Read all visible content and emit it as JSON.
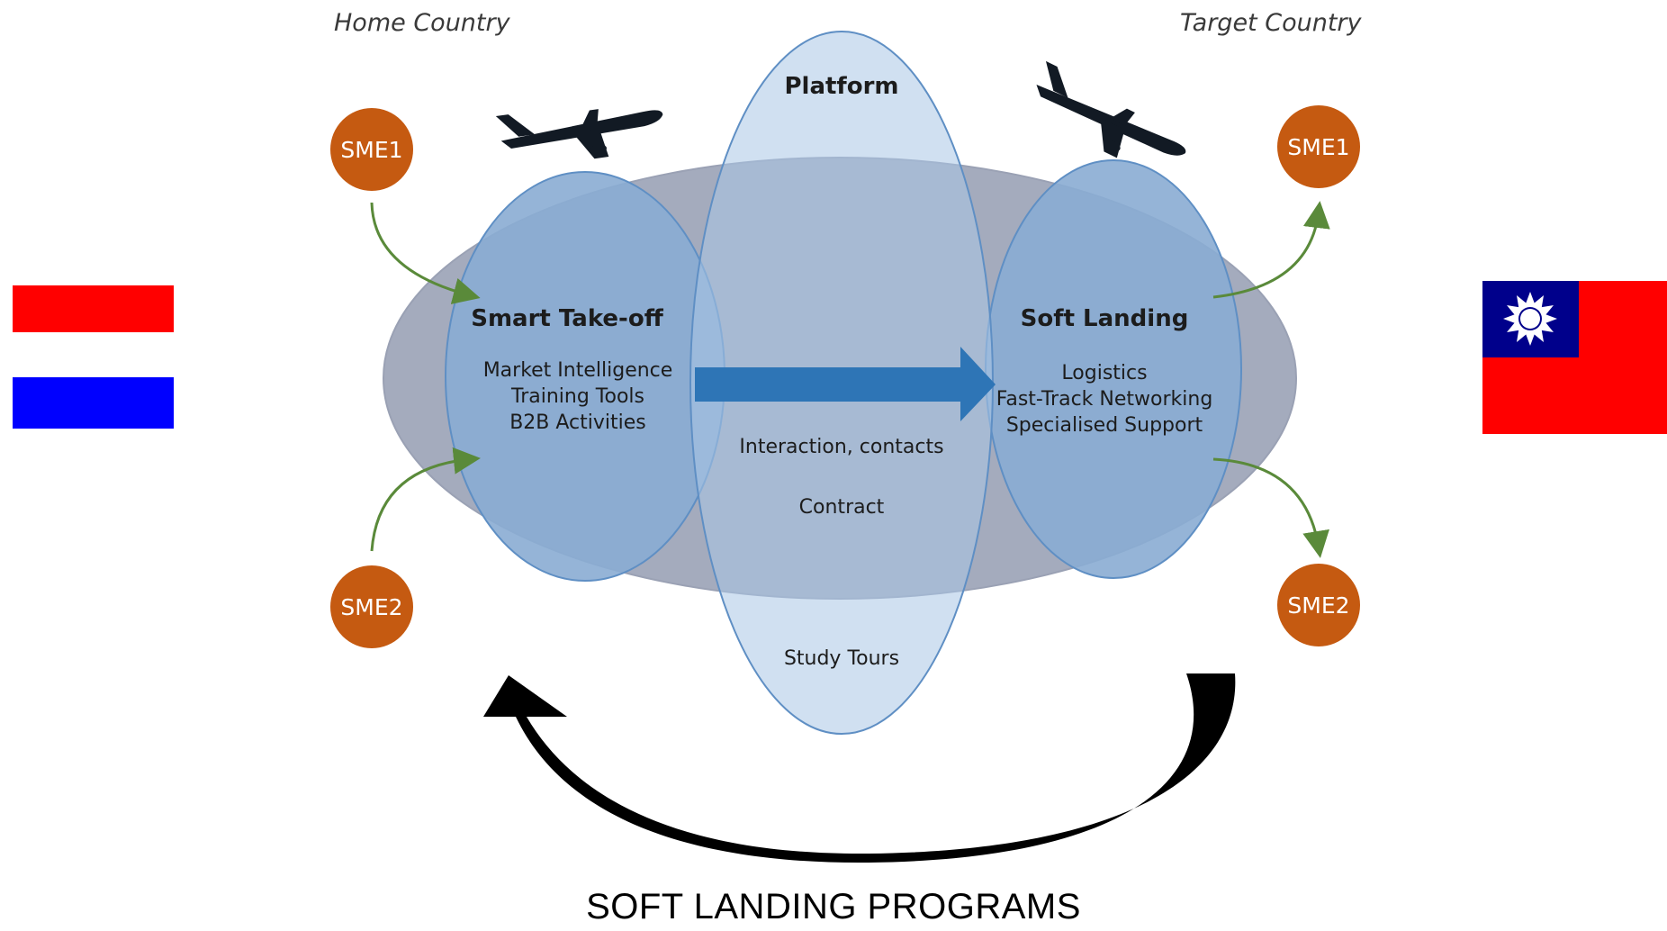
{
  "labels": {
    "home_country": "Home Country",
    "target_country": "Target Country",
    "title": "SOFT LANDING PROGRAMS"
  },
  "smart_takeoff": {
    "heading": "Smart Take-off",
    "items": [
      "Market Intelligence",
      "Training Tools",
      "B2B Activities"
    ]
  },
  "platform": {
    "heading": "Platform",
    "items": [
      "Interaction, contacts",
      "Contract",
      "Study Tours"
    ]
  },
  "soft_landing": {
    "heading": "Soft Landing",
    "items": [
      "Logistics",
      "Fast-Track Networking",
      "Specialised Support"
    ]
  },
  "sme_nodes": {
    "home_top": "SME1",
    "home_bottom": "SME2",
    "target_top": "SME1",
    "target_bottom": "SME2"
  },
  "icons": [
    "airplane-icon",
    "netherlands-flag",
    "taiwan-flag"
  ],
  "colors": {
    "outer_ellipse": "#a4abbd",
    "inner_ellipse": "#89acd3",
    "sme_circle": "#c55a11",
    "green_arrow": "#5a8a3a",
    "blue_arrow": "#2e75b6"
  }
}
